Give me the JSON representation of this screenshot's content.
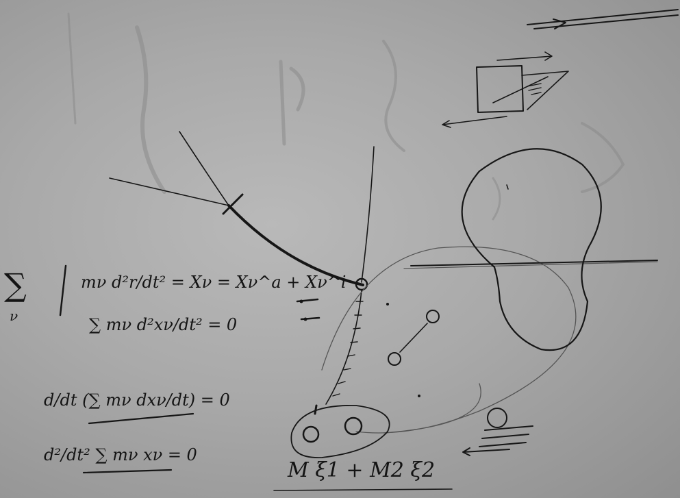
{
  "image": {
    "subject": "Chalkboard-style handwritten physics notes",
    "background_color": "#a8a8a8",
    "ink_color": "#161616"
  },
  "equations": {
    "sum_symbol": "∑",
    "sum_index": "ν",
    "eq1": "mν d²r/dt² = Xν = Xν^a + Xν^i",
    "eq2": "∑ mν d²xν/dt² = 0",
    "eq3": "d/dt (∑ mν dxν/dt) = 0",
    "eq4": "d²/dt² ∑ mν xν = 0",
    "label_bottom": "M ξ1 + M2 ξ2"
  }
}
